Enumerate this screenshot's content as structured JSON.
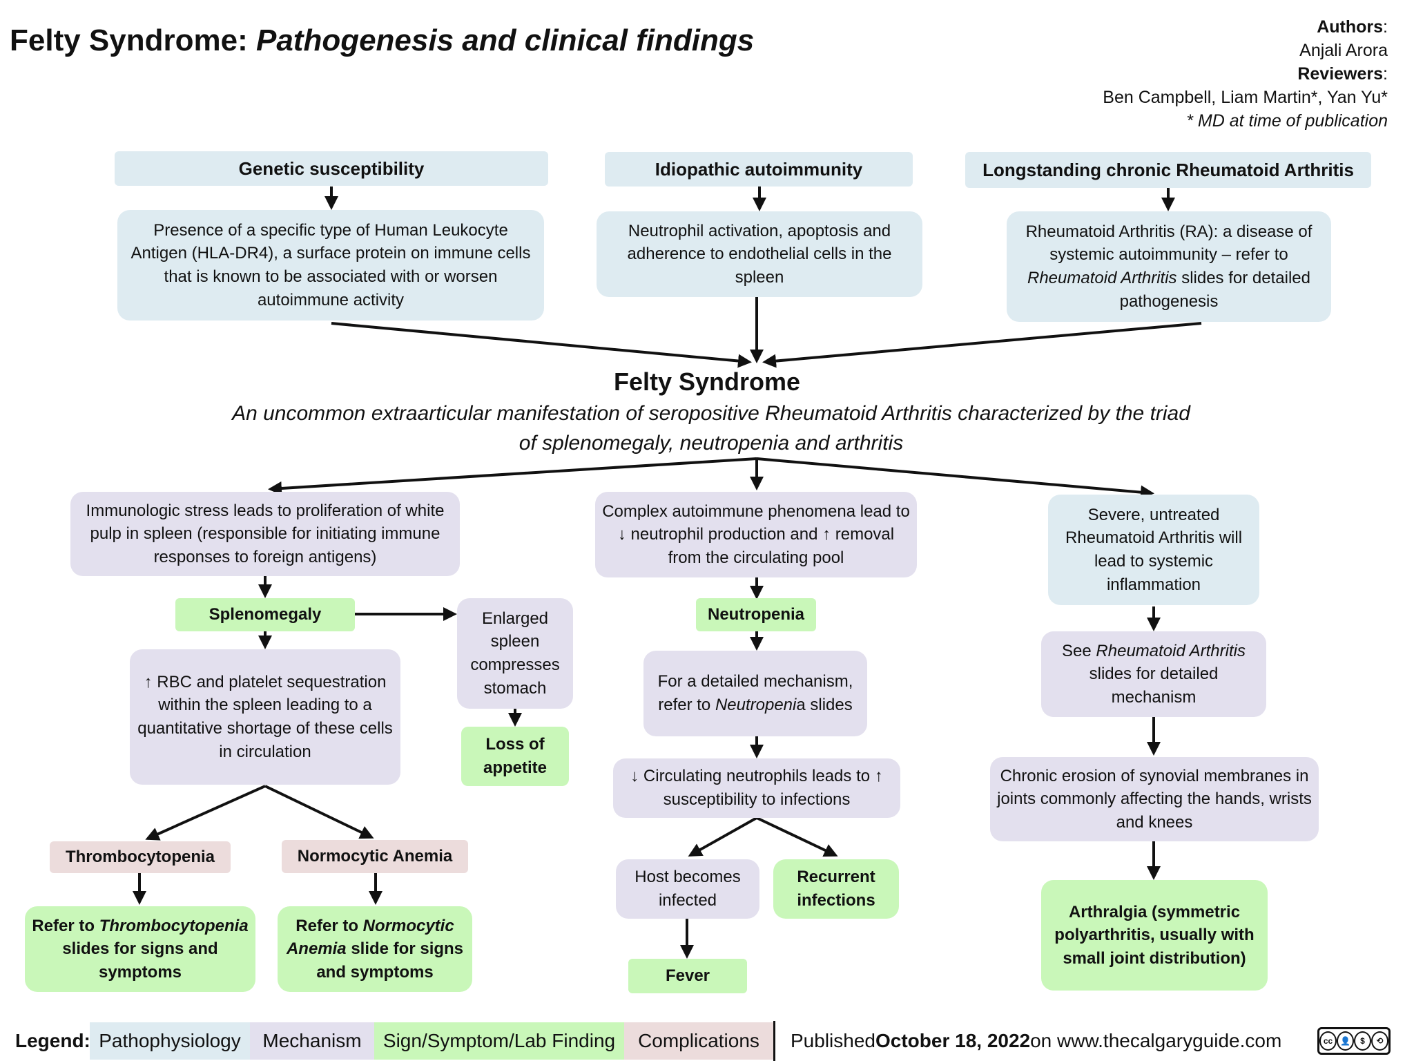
{
  "header": {
    "title_main": "Felty Syndrome",
    "title_sep": ": ",
    "title_sub": "Pathogenesis and clinical findings",
    "authors_label": "Authors",
    "authors": "Anjali Arora",
    "reviewers_label": "Reviewers",
    "reviewers": "Ben Campbell, Liam Martin*, Yan Yu*",
    "note": "* MD at time of publication"
  },
  "causes": {
    "genetic_title": "Genetic susceptibility",
    "genetic_text": "Presence of a specific type of Human Leukocyte Antigen (HLA-DR4), a surface protein on immune cells that is known to be associated with or worsen autoimmune activity",
    "idiopathic_title": "Idiopathic autoimmunity",
    "idiopathic_text": "Neutrophil activation, apoptosis and adherence to endothelial cells in the spleen",
    "ra_title": "Longstanding chronic Rheumatoid Arthritis",
    "ra_text_1": "Rheumatoid Arthritis (RA): a disease of systemic autoimmunity – refer to ",
    "ra_text_italic": "Rheumatoid Arthritis",
    "ra_text_2": " slides for detailed pathogenesis"
  },
  "felty": {
    "title": "Felty Syndrome",
    "description": "An uncommon extraarticular manifestation of seropositive Rheumatoid Arthritis characterized by the triad of splenomegaly, neutropenia and arthritis"
  },
  "left": {
    "immuno": "Immunologic stress leads to proliferation of white pulp in spleen (responsible for initiating immune responses to foreign antigens)",
    "splenomegaly": "Splenomegaly",
    "enlarged": "Enlarged spleen compresses stomach",
    "loss_appetite": "Loss of appetite",
    "rbc": "↑ RBC and platelet sequestration within the spleen leading to a quantitative shortage of these cells in circulation",
    "thrombo": "Thrombocytopenia",
    "normo": "Normocytic Anemia",
    "thrombo_ref_1": "Refer to ",
    "thrombo_ref_italic": "Thrombocytopenia",
    "thrombo_ref_2": " slides for signs and symptoms",
    "normo_ref_1": "Refer to ",
    "normo_ref_italic": "Normocytic Anemia",
    "normo_ref_2": " slide for signs and symptoms"
  },
  "middle": {
    "complex": "Complex autoimmune phenomena lead to ↓ neutrophil production and ↑ removal from the circulating pool",
    "neutropenia": "Neutropenia",
    "detail_1": "For a detailed mechanism, refer to ",
    "detail_italic": "Neutropeni",
    "detail_2": "a slides",
    "circulating": "↓ Circulating neutrophils leads to ↑ susceptibility to infections",
    "host": "Host becomes infected",
    "recurrent": "Recurrent infections",
    "fever": "Fever"
  },
  "right": {
    "severe": "Severe, untreated Rheumatoid Arthritis will lead to systemic inflammation",
    "see_1": "See ",
    "see_italic": "Rheumatoid Arthritis",
    "see_2": " slides for detailed mechanism",
    "chronic": "Chronic erosion of synovial membranes in joints commonly affecting the hands, wrists and knees",
    "arthralgia": "Arthralgia (symmetric polyarthritis, usually with small joint distribution)"
  },
  "legend": {
    "label": "Legend:",
    "pathophysiology": "Pathophysiology",
    "mechanism": "Mechanism",
    "sign": "Sign/Symptom/Lab Finding",
    "complications": "Complications",
    "published_pre": "Published ",
    "published_date": "October 18, 2022",
    "published_post": " on www.thecalgaryguide.com",
    "cc_text": "BY NC SA"
  },
  "colors": {
    "pathophysiology": "#deebf1",
    "mechanism": "#e3e0ee",
    "sign": "#c9f7b9",
    "complications": "#ecdcdc"
  }
}
